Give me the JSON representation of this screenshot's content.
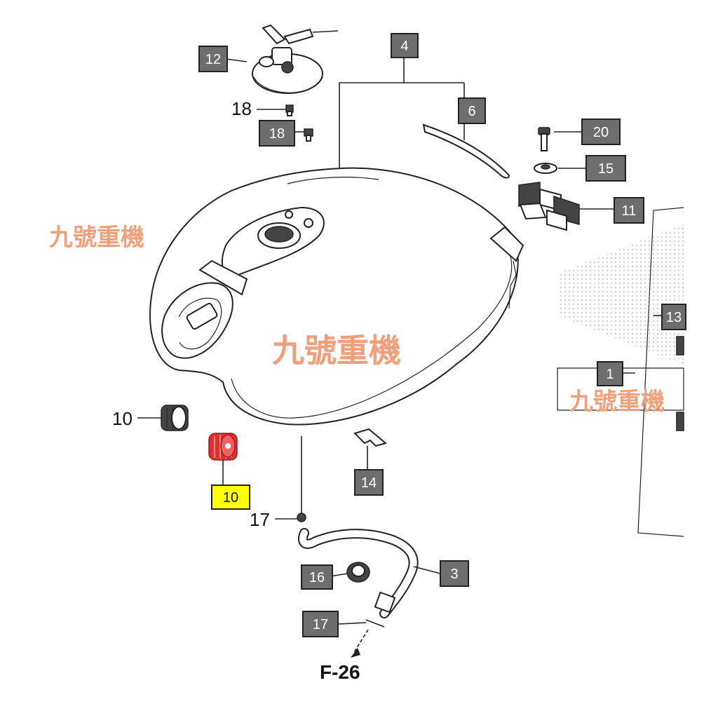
{
  "colors": {
    "highlight_fill": "#ffff00",
    "highlight_part": "#e03030",
    "watermark": "#f0a07a",
    "box_fill": "#6e6e6e"
  },
  "callouts": {
    "c4": "4",
    "c6": "6",
    "c12": "12",
    "c18_plain": "18",
    "c18_box": "18",
    "c20": "20",
    "c15": "15",
    "c11": "11",
    "c13": "13",
    "c1": "1",
    "c10_plain": "10",
    "c10_highlight": "10",
    "c14": "14",
    "c17_plain": "17",
    "c16": "16",
    "c3": "3",
    "c17_box": "17"
  },
  "reference": "F-26",
  "watermarks": {
    "left": "九號重機",
    "center": "九號重機",
    "right": "九號重機"
  }
}
